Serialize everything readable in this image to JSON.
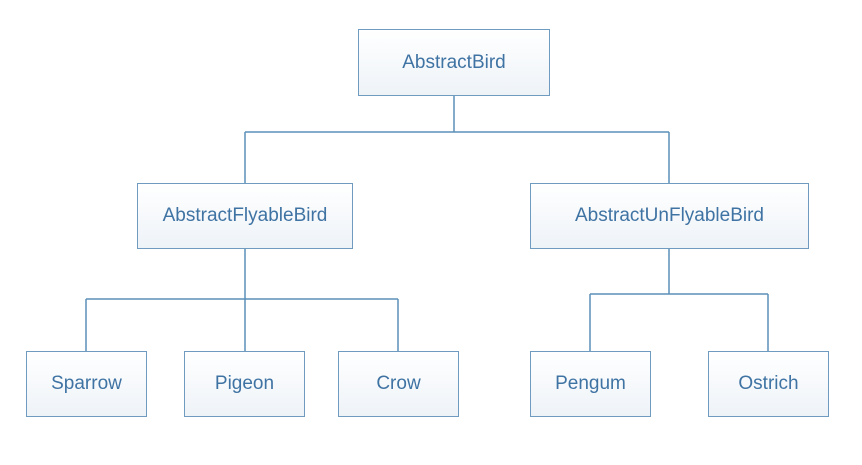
{
  "hierarchy": {
    "root": {
      "label": "AbstractBird"
    },
    "level1": [
      {
        "label": "AbstractFlyableBird"
      },
      {
        "label": "AbstractUnFlyableBird"
      }
    ],
    "flyable_children": [
      {
        "label": "Sparrow"
      },
      {
        "label": "Pigeon"
      },
      {
        "label": "Crow"
      }
    ],
    "unflyable_children": [
      {
        "label": "Pengum"
      },
      {
        "label": "Ostrich"
      }
    ]
  },
  "colors": {
    "text": "#3f73a3",
    "border": "#6f9bc0",
    "connector": "#5b8fb9"
  }
}
